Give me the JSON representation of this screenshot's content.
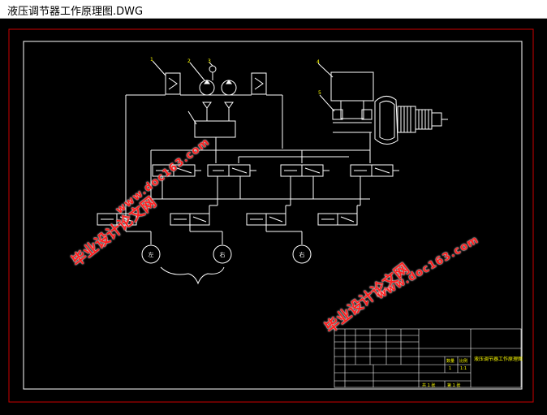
{
  "window": {
    "title": "液压调节器工作原理图.DWG"
  },
  "drawing": {
    "part_numbers": [
      "1",
      "2",
      "3",
      "4",
      "5"
    ],
    "motor_labels": [
      "左",
      "右",
      "右"
    ]
  },
  "watermarks": [
    {
      "text": "毕业设计论文网"
    },
    {
      "text": "www.doc163.com"
    },
    {
      "text": "毕业设计论文网"
    },
    {
      "text": "www.doc163.com"
    }
  ],
  "title_block": {
    "drawing_name": "液压调节器工作原理图",
    "scale_header": "比例",
    "scale_value": "1:1",
    "sheet_total": "共 1 张",
    "sheet_no": "第 1 张",
    "qty_header": "数量",
    "qty_value": "1"
  },
  "colors": {
    "frame": "#cc0000",
    "lines": "#ffffff",
    "text": "#ffff00",
    "watermark": "#ff2020"
  }
}
